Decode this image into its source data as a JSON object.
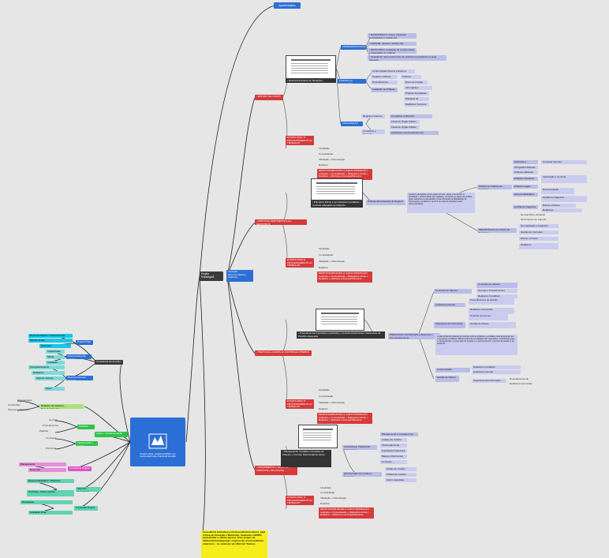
{
  "root": {
    "title": "Projeto Estratégia®",
    "sub": "Inovação · Recomendações · Auditoria",
    "card_caption": "Projeto Ideia, Auditoria EPIDC  por Gerência/Projeto Nacional Novalis"
  },
  "top": {
    "apresentacao": "Apresentação●"
  },
  "sections": [
    {
      "label": "• ESTUDO DE CASOS",
      "thumb_caption": "• Referência Estudo de Situações - \"Diálogos Gerais\"",
      "branches": [
        "PROBLEMATIZAÇÃO",
        "FORMAS de EXECUÇÃO",
        "FINALIZAÇÃO"
      ],
      "leaves": [
        "• DIAGNÓSTICO: riscos, principais constatações e problemas",
        "• ANÁLISE: causas e efeitos das irregularidades",
        "• RESULTADO: avaliação de conformidade e adequação de práticas",
        "• ACHADOS: desenvolvimento de práticas competitivas no nível proposto",
        "Conformidade Interna e Externa",
        "Negócio e Riscos",
        "Critérios Aplicados",
        "Procedimentos Técnicos",
        "Avaliação de Práticas",
        "Risco de Fraude",
        "Informações Requeridas",
        "Práticas Societárias",
        "Planilhas de Controle",
        "Relatórios Técnicos",
        "Registros Internos de Gestão",
        "Conselhos e Diretoria",
        "Fiscal de Órgão Público",
        "Auditorias e Acompanhamento"
      ],
      "pill": "ETAPAS PARA O PROCESSAMENTO do TRABALHO",
      "pill_items": [
        "Finalidade",
        "Consolidação",
        "Validação + Metodologia",
        "Relatório"
      ],
      "pill_red": "RESPONSABILIDADE & CARACTERIZAÇÃO: Auditoria + Consolidação + Mitigações Finais + Relatório + Melhoria e Acompanhamento"
    },
    {
      "label": "• PRÁTICAS PERTINENTES aos REGISTROS",
      "thumb_caption": "• Princípios Éticos e as Interfaces Contábeis • Controle adequado ao Negócio",
      "branches": [
        "Práticas Empresariais de Negócio"
      ],
      "leaves": [
        "Definição e Conceitos",
        "Obrigações Básicas",
        "Práticas Habituais",
        "Práticas Contábeis",
        "Práticas Legais",
        "Política de Práticas de Negócios",
        "Compras Internas",
        "Verificação e Controle",
        "Responsabilidades",
        "Documentação",
        "Gestão de Negócios",
        "IMPORTÂNCIA da Prática de Negócios",
        "Normas Ético-Jurídicas",
        "Documentos de Suporte",
        "Normatização e Avaliação",
        "Gestão de Controles",
        "Riscos e Prazos",
        "Relatórios"
      ],
      "desc": "Quando a Entidade reúne estas normas, essas normalizam a qualidade e uniformidade dos registros, tornando-se objeto de análise pelos auditores e pela gestão, proporcionando confiabilidade às informações contábeis e apoio à tomada de decisões pelos administradores.",
      "pill": "ETAPAS PARA O PROCESSAMENTO do TRABALHO",
      "pill_items": [
        "Finalidade",
        "Consolidação",
        "Validação + Metodologia",
        "Relatório"
      ],
      "pill_red": "RESPONSABILIDADE & CARACTERIZAÇÃO: Auditoria + Consolidação + Mitigações Finais + Relatório + Melhoria e Acompanhamento"
    },
    {
      "label": "• PRÁTICAS e DADOS do CONTROLE INTERNO",
      "thumb_caption": "• Procedimentos Contábeis e Aplicados • Controle Patrimonial e Gerenciais da Planilha Adequada",
      "branches": [
        "PRINCIPAIS CONTROLES e Sistemas e Acompanhamento"
      ],
      "leaves": [
        "Controles de Valores",
        "Normas e Procedimentos",
        "Relatórios Contábeis",
        "Auditorias Internas",
        "Procedimentos de Gestão",
        "Relatórios Gerenciais",
        "Segurança da Informação",
        "Controle de Acesso",
        "Gestão de Riscos",
        "Conformidade"
      ],
      "desc": "Implementando práticas de controle interno eficazes, a entidade pode assegurar que os registros contábeis reflitam fielmente a realidade das operações, contribuindo para a transparência, a prevenção de fraudes e o aprimoramento contínuo da gestão e da auditoria.",
      "pill": "ETAPAS PARA O PROCESSAMENTO do TRABALHO",
      "pill_items": [
        "Finalidade",
        "Consolidação",
        "Validação + Metodologia",
        "Relatório"
      ],
      "pill_red": "RESPONSABILIDADE & CARACTERIZAÇÃO: Auditoria + Consolidação + Mitigações Finais + Relatório + Melhoria e Acompanhamento"
    },
    {
      "label": "• ATENDIMENTO e Gestão de CRÉDITOS e BALANÇOS",
      "thumb_caption": "• Planejamento Contábil e Controles de Clientes • Controle Patrimonial de Ativos",
      "branches": [
        "CONTROLE TOMADOR Empréstimos",
        "ESTRUTURA de Crédito e Controles"
      ],
      "leaves": [
        "Planejamento e Contagem de Bens",
        "Análise de Crédito",
        "Verificação Final",
        "Liquidação Financeira",
        "Balanço Patrimonial",
        "Controles Patrimoniais",
        "Cartas de Crédito",
        "Política de Crédito",
        "Aval e Garantias"
      ],
      "pill": "ETAPAS PARA O PROCESSAMENTO do TRABALHO",
      "pill_items": [
        "Finalidade",
        "Consolidação",
        "Validação + Metodologia",
        "Relatório"
      ],
      "pill_red": "RESPONSABILIDADE & CARACTERIZAÇÃO: Auditoria + Consolidação + Mitigações Finais + Relatório + Melhoria e Acompanhamento"
    }
  ],
  "left": [
    {
      "label": "Consultoria técnica RH",
      "children": [
        {
          "label": "Projeto Final",
          "color": "blue",
          "items": [
            "Recomendações / Auditoria Final",
            "Ajustes Finais",
            "Pareceres"
          ]
        },
        {
          "label": "Desenvolvimento Equipe",
          "color": "blue",
          "items": [
            "Capacitação",
            "Metas",
            "Avaliação"
          ]
        },
        {
          "label": "Desenvolvimento Suporte",
          "color": "blue",
          "items": [
            "Acompanhamento",
            "Relatórios",
            "Suporte Técnico",
            "Apoio"
          ]
        }
      ]
    },
    {
      "label": "Relatório de Auditoria - Desenvolvimento",
      "children": [
        {
          "label": "",
          "color": "lgreen",
          "items": [
            "Apresentação",
            "Conclusões",
            "Pareceres Técnicos"
          ]
        }
      ]
    },
    {
      "label": "Lógica - Fundamentação",
      "children": [
        {
          "label": "Auditoria",
          "color": "green",
          "items": [
            "Normas",
            "Procedimentos",
            "Padrões"
          ]
        },
        {
          "label": "Interpretação e Análise",
          "color": "green",
          "items": [
            "Conceitos",
            "Princípios"
          ]
        }
      ]
    },
    {
      "label": "Consultoria Projeto",
      "children": [
        {
          "label": "",
          "color": "mag",
          "items": [
            "Planejamento",
            "Execução"
          ]
        }
      ]
    },
    {
      "label": "Suporte / Consultoria",
      "children": [
        {
          "label": "",
          "color": "sea",
          "items": [
            "Responsabilidades / Objetivos",
            "Definição - Planos Ações"
          ]
        }
      ]
    },
    {
      "label": "Conclusão Projeto",
      "children": [
        {
          "label": "",
          "color": "sea",
          "items": [
            "Resultados",
            "Avaliação Final"
          ]
        }
      ]
    }
  ],
  "footer_note": "Consultoria Iniciada  por Gestores/Interlocutores, aqui a Fase de Inovação e Melhorias, Incluindo o EPIDC para alinhar e validar ajustes. Este projeto de alinhamento/adequação originou de recomendações anteriores - no semestre por Marcelo Tavares"
}
